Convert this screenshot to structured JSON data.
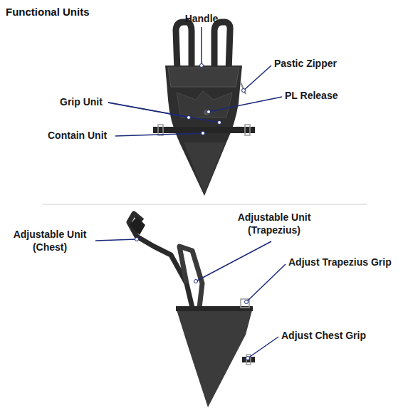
{
  "diagram": {
    "title": "Functional Units",
    "labels": [
      "Handle",
      "Pastic Zipper",
      "PL Release",
      "Grip Unit",
      "Contain Unit",
      "Adjustable Unit (Trapezius)",
      "Adjustable Unit (Chest)",
      "Adjust Trapezius Grip",
      "Adjust Chest Grip"
    ]
  }
}
